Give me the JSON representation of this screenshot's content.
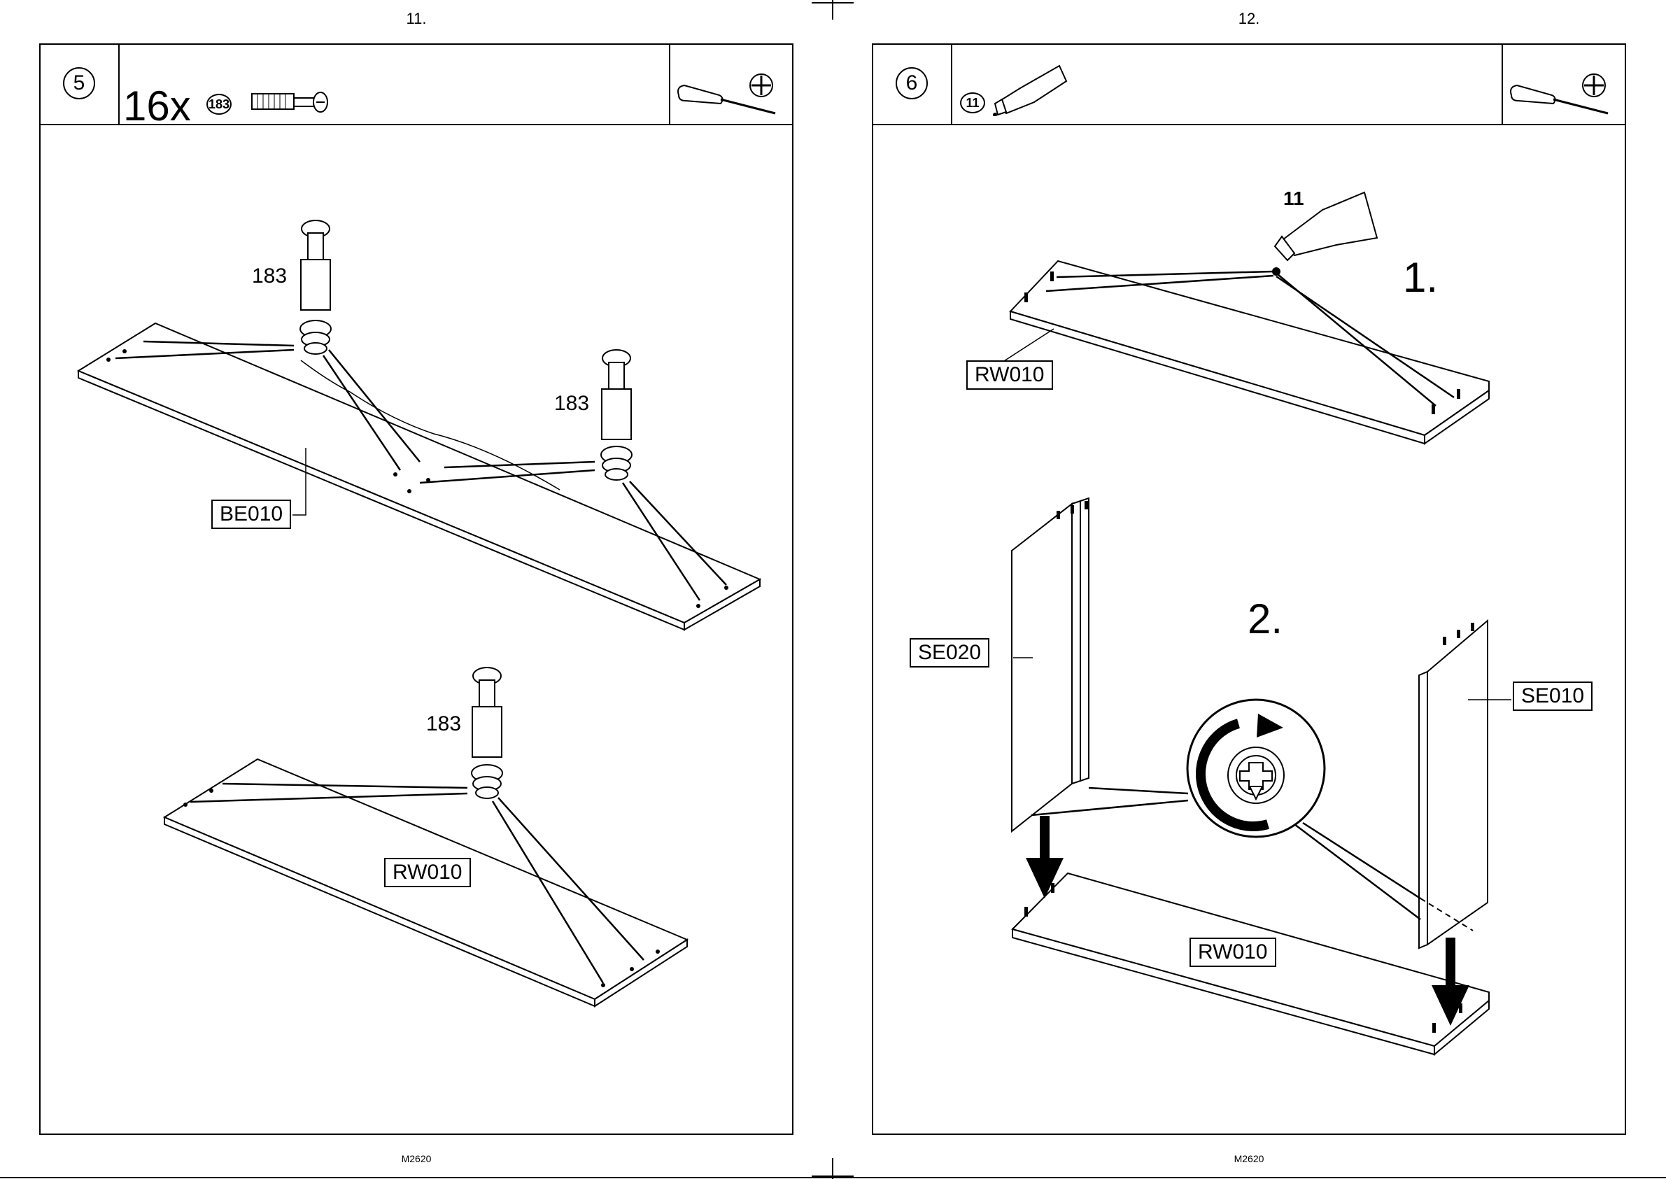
{
  "pages": [
    {
      "number": "11.",
      "code": "M2620",
      "step": "5",
      "quantity": "16x",
      "part_badge": "183",
      "screw_labels": [
        "183",
        "183",
        "183"
      ],
      "panel_labels": [
        "BE010",
        "RW010"
      ]
    },
    {
      "number": "12.",
      "code": "M2620",
      "step": "6",
      "part_badge": "11",
      "glue_label": "11",
      "substep_labels": [
        "1.",
        "2."
      ],
      "panel_labels": [
        "RW010",
        "SE020",
        "SE010",
        "RW010"
      ]
    }
  ],
  "icons": [
    "screwdriver-icon",
    "phillips-head-icon",
    "cam-bolt-icon",
    "glue-tube-icon",
    "rotate-arrow-icon",
    "down-arrow-icon"
  ]
}
